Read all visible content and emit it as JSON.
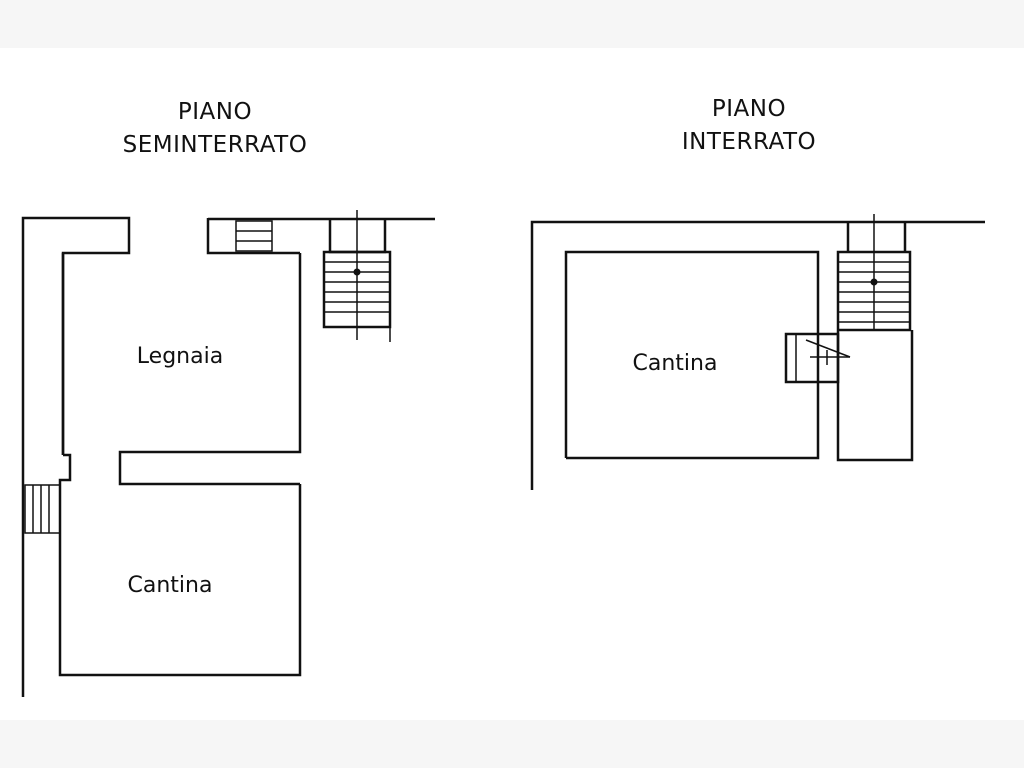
{
  "plans": [
    {
      "title_line1": "PIANO",
      "title_line2": "SEMINTERRATO",
      "rooms": [
        "Legnaia",
        "Cantina"
      ]
    },
    {
      "title_line1": "PIANO",
      "title_line2": "INTERRATO",
      "rooms": [
        "Cantina"
      ]
    }
  ],
  "colors": {
    "background": "#f6f6f6",
    "paper": "#ffffff",
    "ink": "#111111"
  }
}
